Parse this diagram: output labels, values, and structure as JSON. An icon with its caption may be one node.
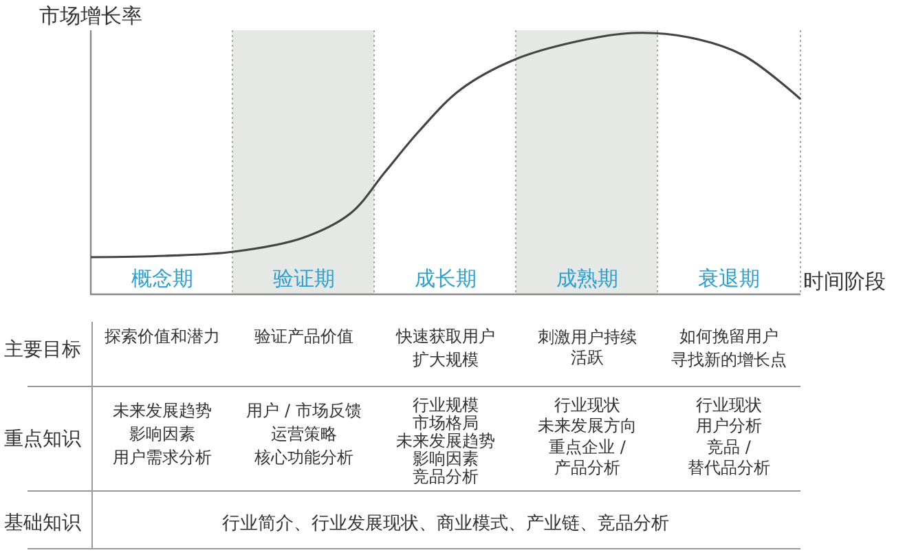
{
  "diagram": {
    "labels": [
      "市场增长率",
      "概念期",
      "验证期",
      "成长期",
      "成熟期",
      "衰退期",
      "时间阶段",
      "主要目标",
      "探索价值和潜力",
      "验证产品价值",
      "快速获取用户",
      "扩大规模",
      "刺激用户持续活跃",
      "如何挽留用户",
      "寻找新的增长点",
      "重点知识",
      "未来发展趋势",
      "影响因素",
      "用户需求分析",
      "用户 / 市场反馈",
      "运营策略",
      "核心功能分析",
      "行业规模",
      "市场格局",
      "未来发展趋势",
      "影响因素",
      "竞品分析",
      "行业现状",
      "未来发展方向",
      "重点企业 / 产品分析",
      "行业现状",
      "用户分析",
      "竞品 / 替代品分析",
      "基础知识",
      "行业简介、行业发展现状、商业模式、产业链、竞品分析"
    ]
  }
}
